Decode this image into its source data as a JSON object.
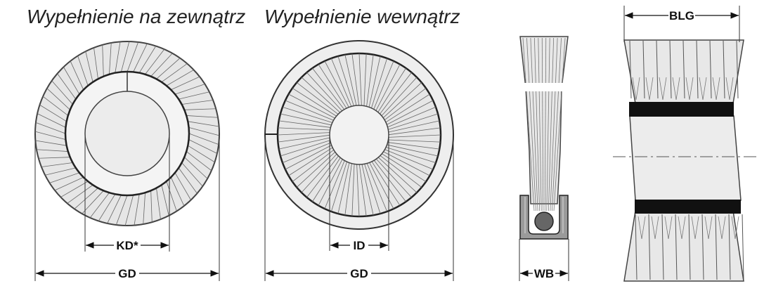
{
  "titles": {
    "outside_fill": "Wypełnienie na zewnątrz",
    "inside_fill": "Wypełnienie wewnątrz"
  },
  "dimensions": {
    "kd": "KD*",
    "gd_left": "GD",
    "id": "ID",
    "gd_right": "GD",
    "wb": "WB",
    "blg": "BLG"
  },
  "colors": {
    "bristle_fill": "#e6e6e6",
    "core_fill": "#ececec",
    "line": "#333333",
    "band": "#111111"
  }
}
